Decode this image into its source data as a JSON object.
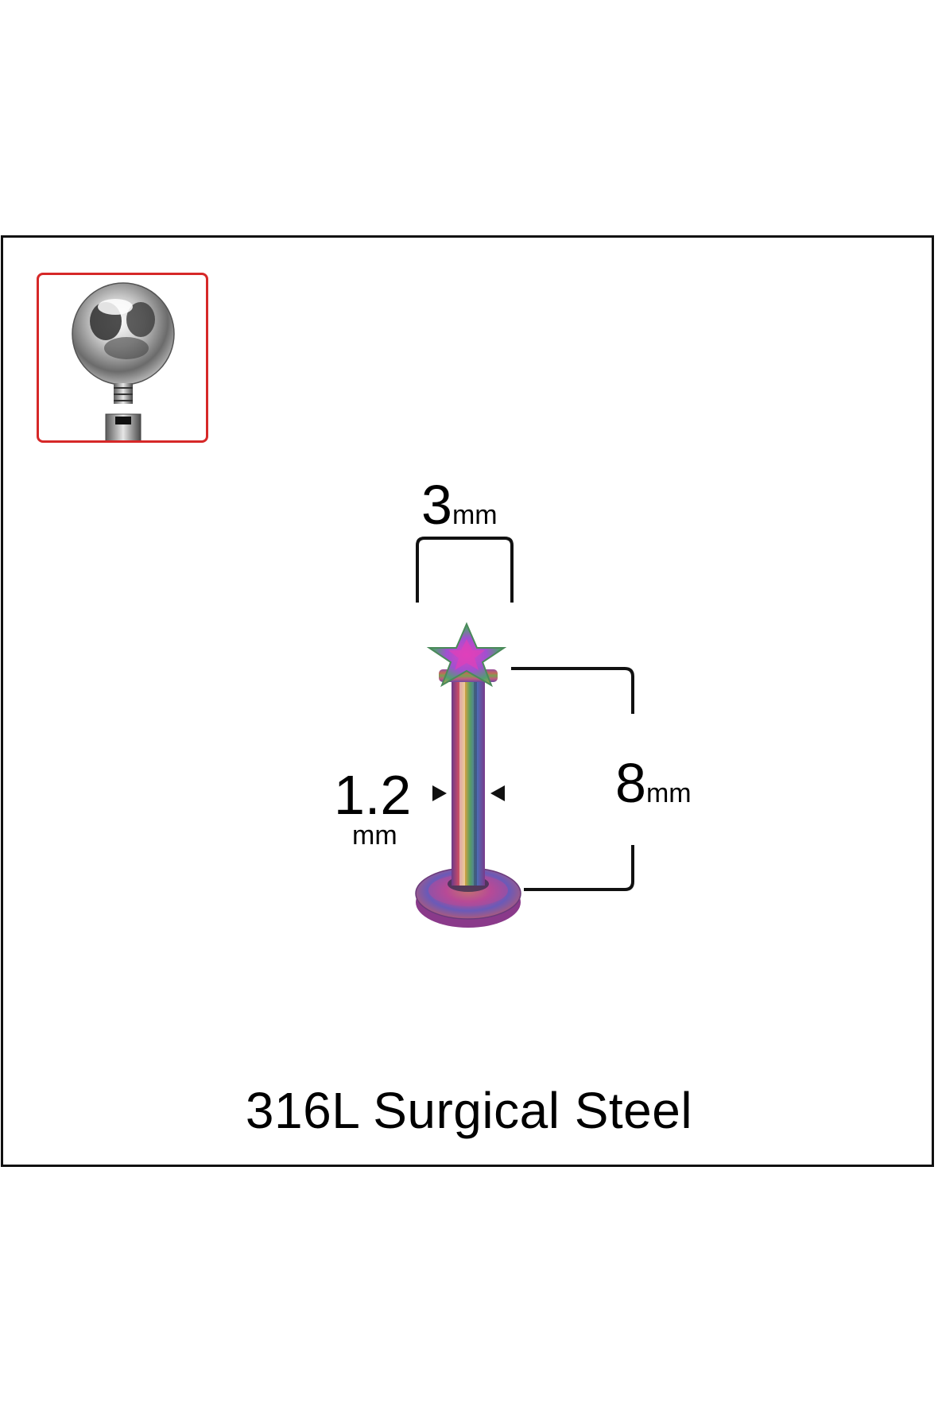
{
  "dimensions": {
    "top_width": {
      "value": "3",
      "unit": "mm"
    },
    "gauge": {
      "value": "1.2",
      "unit": "mm"
    },
    "bar_length": {
      "value": "8",
      "unit": "mm"
    }
  },
  "caption": "316L Surgical Steel",
  "colors": {
    "frame_border": "#111111",
    "inset_border": "#d62828",
    "dimension_line": "#111111"
  },
  "inset_icon": "ball-end-threaded-icon",
  "product_icon": "rainbow-star-labret-stud-icon"
}
